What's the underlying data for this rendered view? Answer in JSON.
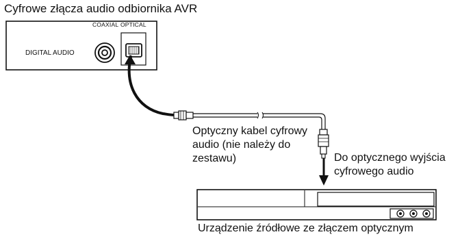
{
  "title": "Cyfrowe złącza audio odbiornika AVR",
  "avr_panel": {
    "coaxial_label": "COAXIAL",
    "optical_label": "OPTICAL",
    "digital_audio_label": "DIGITAL AUDIO"
  },
  "cable": {
    "label": "Optyczny kabel cyfrowy audio (nie należy do zestawu)"
  },
  "source_output": {
    "label": "Do optycznego wyjścia cyfrowego audio"
  },
  "source_device": {
    "label": "Urządzenie źródłowe ze złączem optycznym"
  },
  "colors": {
    "line": "#111111",
    "background": "#ffffff"
  }
}
